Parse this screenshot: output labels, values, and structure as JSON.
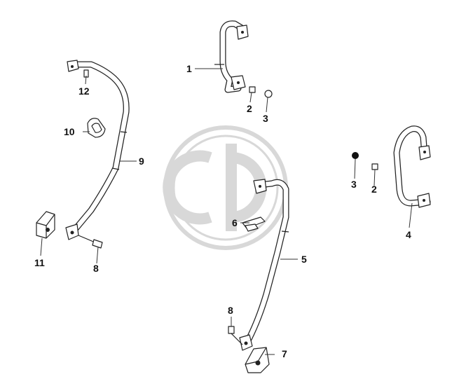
{
  "labels": {
    "p1": "1",
    "p2a": "2",
    "p3a": "3",
    "p2b": "2",
    "p3b": "3",
    "p4": "4",
    "p5": "5",
    "p6": "6",
    "p7": "7",
    "p8a": "8",
    "p8b": "8",
    "p9": "9",
    "p10": "10",
    "p11": "11",
    "p12": "12"
  },
  "colors": {
    "ink": "#222222",
    "watermark": "#d8d8d8",
    "background": "#ffffff"
  }
}
